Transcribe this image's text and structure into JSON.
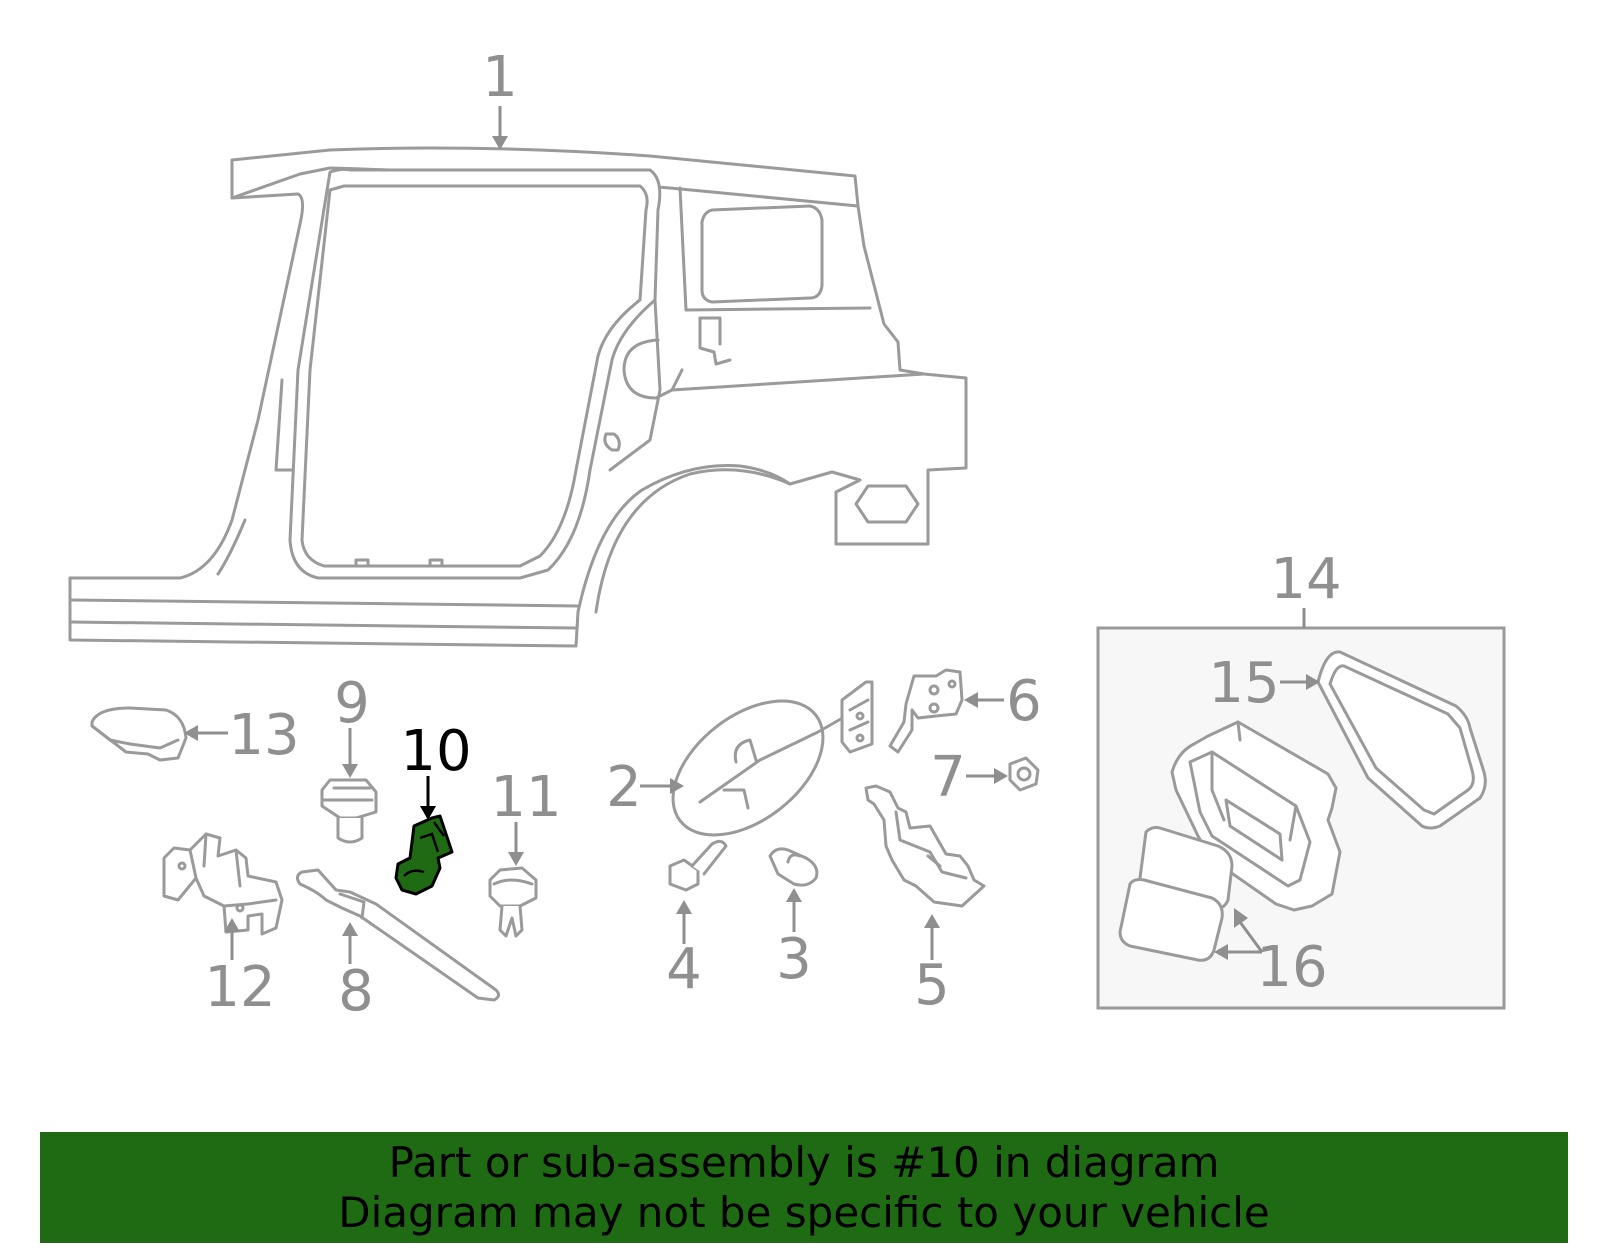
{
  "callouts": [
    {
      "id": "1",
      "label": "1"
    },
    {
      "id": "2",
      "label": "2"
    },
    {
      "id": "3",
      "label": "3"
    },
    {
      "id": "4",
      "label": "4"
    },
    {
      "id": "5",
      "label": "5"
    },
    {
      "id": "6",
      "label": "6"
    },
    {
      "id": "7",
      "label": "7"
    },
    {
      "id": "8",
      "label": "8"
    },
    {
      "id": "9",
      "label": "9"
    },
    {
      "id": "10",
      "label": "10"
    },
    {
      "id": "11",
      "label": "11"
    },
    {
      "id": "12",
      "label": "12"
    },
    {
      "id": "13",
      "label": "13"
    },
    {
      "id": "14",
      "label": "14"
    },
    {
      "id": "15",
      "label": "15"
    },
    {
      "id": "16",
      "label": "16"
    }
  ],
  "highlighted_part": "10",
  "colors": {
    "line": "#9a9a9a",
    "highlight": "#1f6b13",
    "banner": "#1f6b13",
    "inset_box": "#f7f7f7"
  },
  "banner": {
    "line1": "Part or sub-assembly is #10 in diagram",
    "line2": "Diagram may not be specific to your vehicle"
  }
}
